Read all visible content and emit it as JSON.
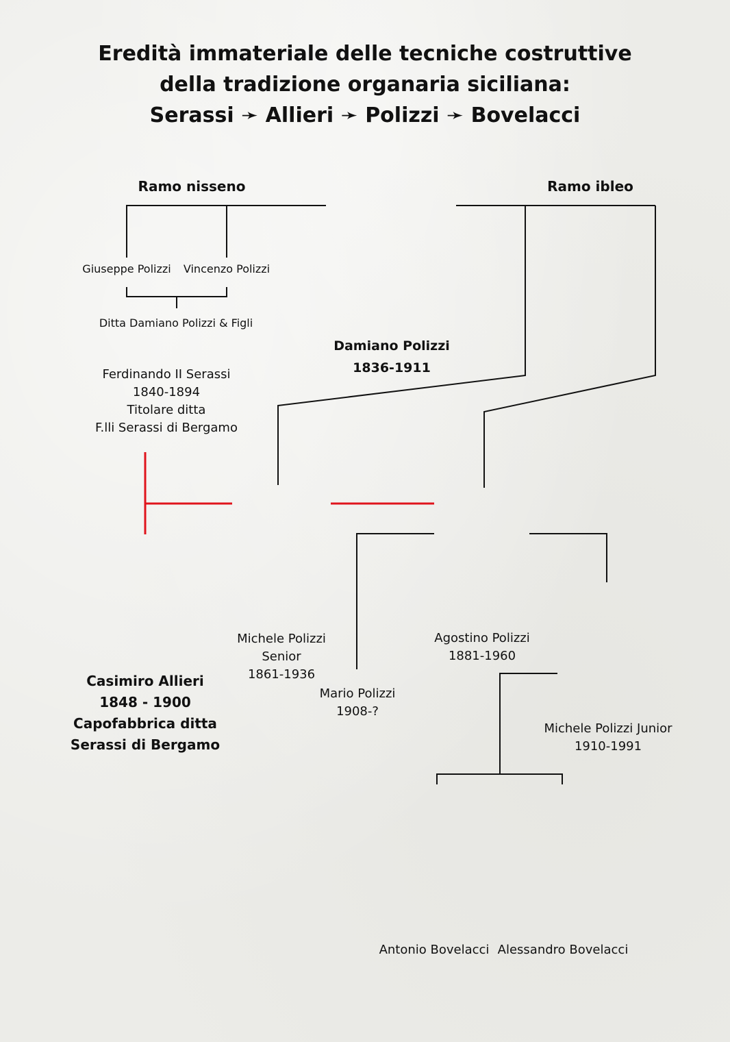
{
  "title": {
    "line1": "Eredità immateriale delle tecniche costruttive",
    "line2": "della tradizione organaria siciliana:",
    "line3": "Serassi ➛ Allieri ➛ Polizzi ➛ Bovelacci"
  },
  "branches": {
    "nisseno": "Ramo nisseno",
    "ibleo": "Ramo ibleo"
  },
  "people": {
    "giuseppe": "Giuseppe Polizzi",
    "vincenzo": "Vincenzo Polizzi",
    "ditta": "Ditta Damiano Polizzi & Figli",
    "damiano": {
      "name": "Damiano Polizzi",
      "years": "1836-1911"
    },
    "ferdinando": {
      "name": "Ferdinando II Serassi",
      "years": "1840-1894",
      "role": "Titolare ditta",
      "firm": "F.lli Serassi di Bergamo"
    },
    "michele_senior": {
      "name": "Michele Polizzi",
      "suffix": "Senior",
      "years": "1861-1936"
    },
    "agostino": {
      "name": "Agostino Polizzi",
      "years": "1881-1960"
    },
    "mario": {
      "name": "Mario Polizzi",
      "years": "1908-?"
    },
    "casimiro": {
      "name": "Casimiro Allieri",
      "years": "1848 - 1900",
      "role": "Capofabbrica ditta",
      "firm": "Serassi di Bergamo"
    },
    "michele_junior": {
      "name": "Michele Polizzi Junior",
      "years": "1910-1991"
    },
    "antonio": "Antonio Bovelacci",
    "alessandro": "Alessandro Bovelacci"
  },
  "colors": {
    "line": "#111111",
    "accent": "#e0141c"
  }
}
